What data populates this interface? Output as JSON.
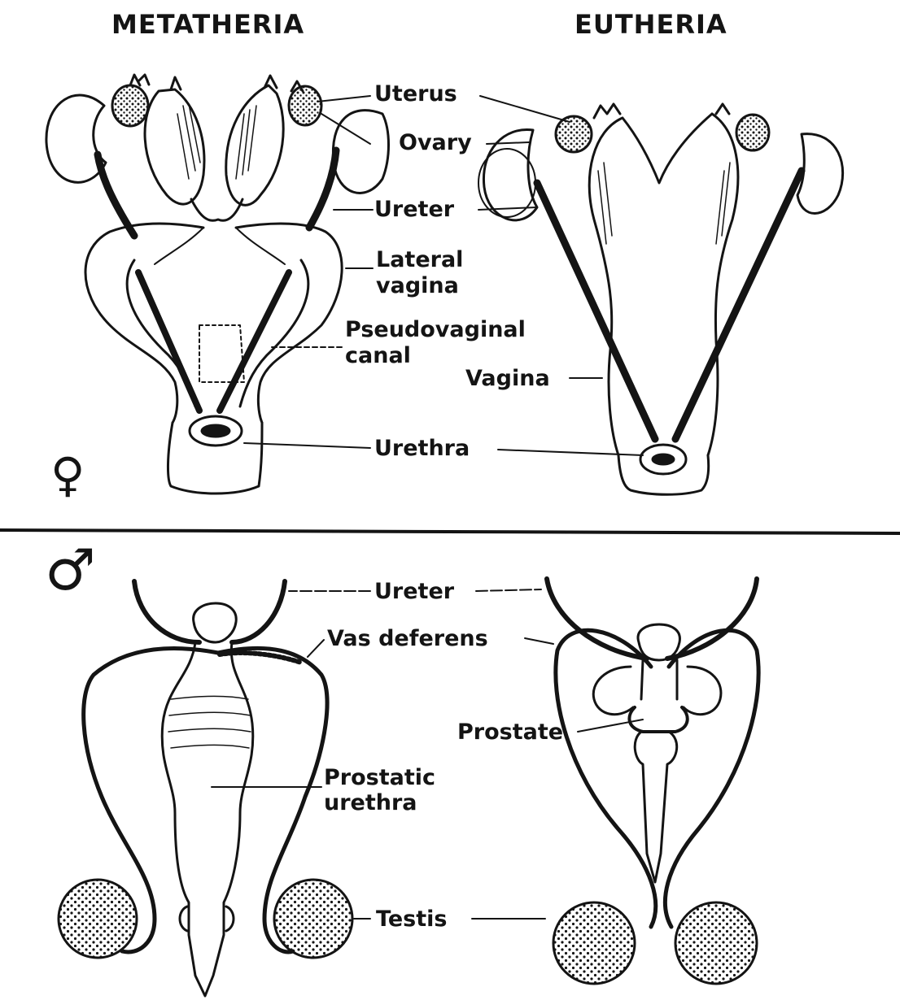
{
  "headers": {
    "left": "METATHERIA",
    "right": "EUTHERIA"
  },
  "symbols": {
    "female": "♀",
    "male": "♂"
  },
  "female_labels": {
    "uterus": "Uterus",
    "ovary": "Ovary",
    "ureter": "Ureter",
    "lateral_vagina_line1": "Lateral",
    "lateral_vagina_line2": "vagina",
    "pseudovaginal_line1": "Pseudovaginal",
    "pseudovaginal_line2": "canal",
    "vagina": "Vagina",
    "urethra": "Urethra"
  },
  "male_labels": {
    "ureter": "Ureter",
    "vas_deferens": "Vas deferens",
    "prostate": "Prostate",
    "prostatic_urethra_line1": "Prostatic",
    "prostatic_urethra_line2": "urethra",
    "testis": "Testis"
  },
  "colors": {
    "ink": "#141414",
    "paper": "#ffffff"
  }
}
